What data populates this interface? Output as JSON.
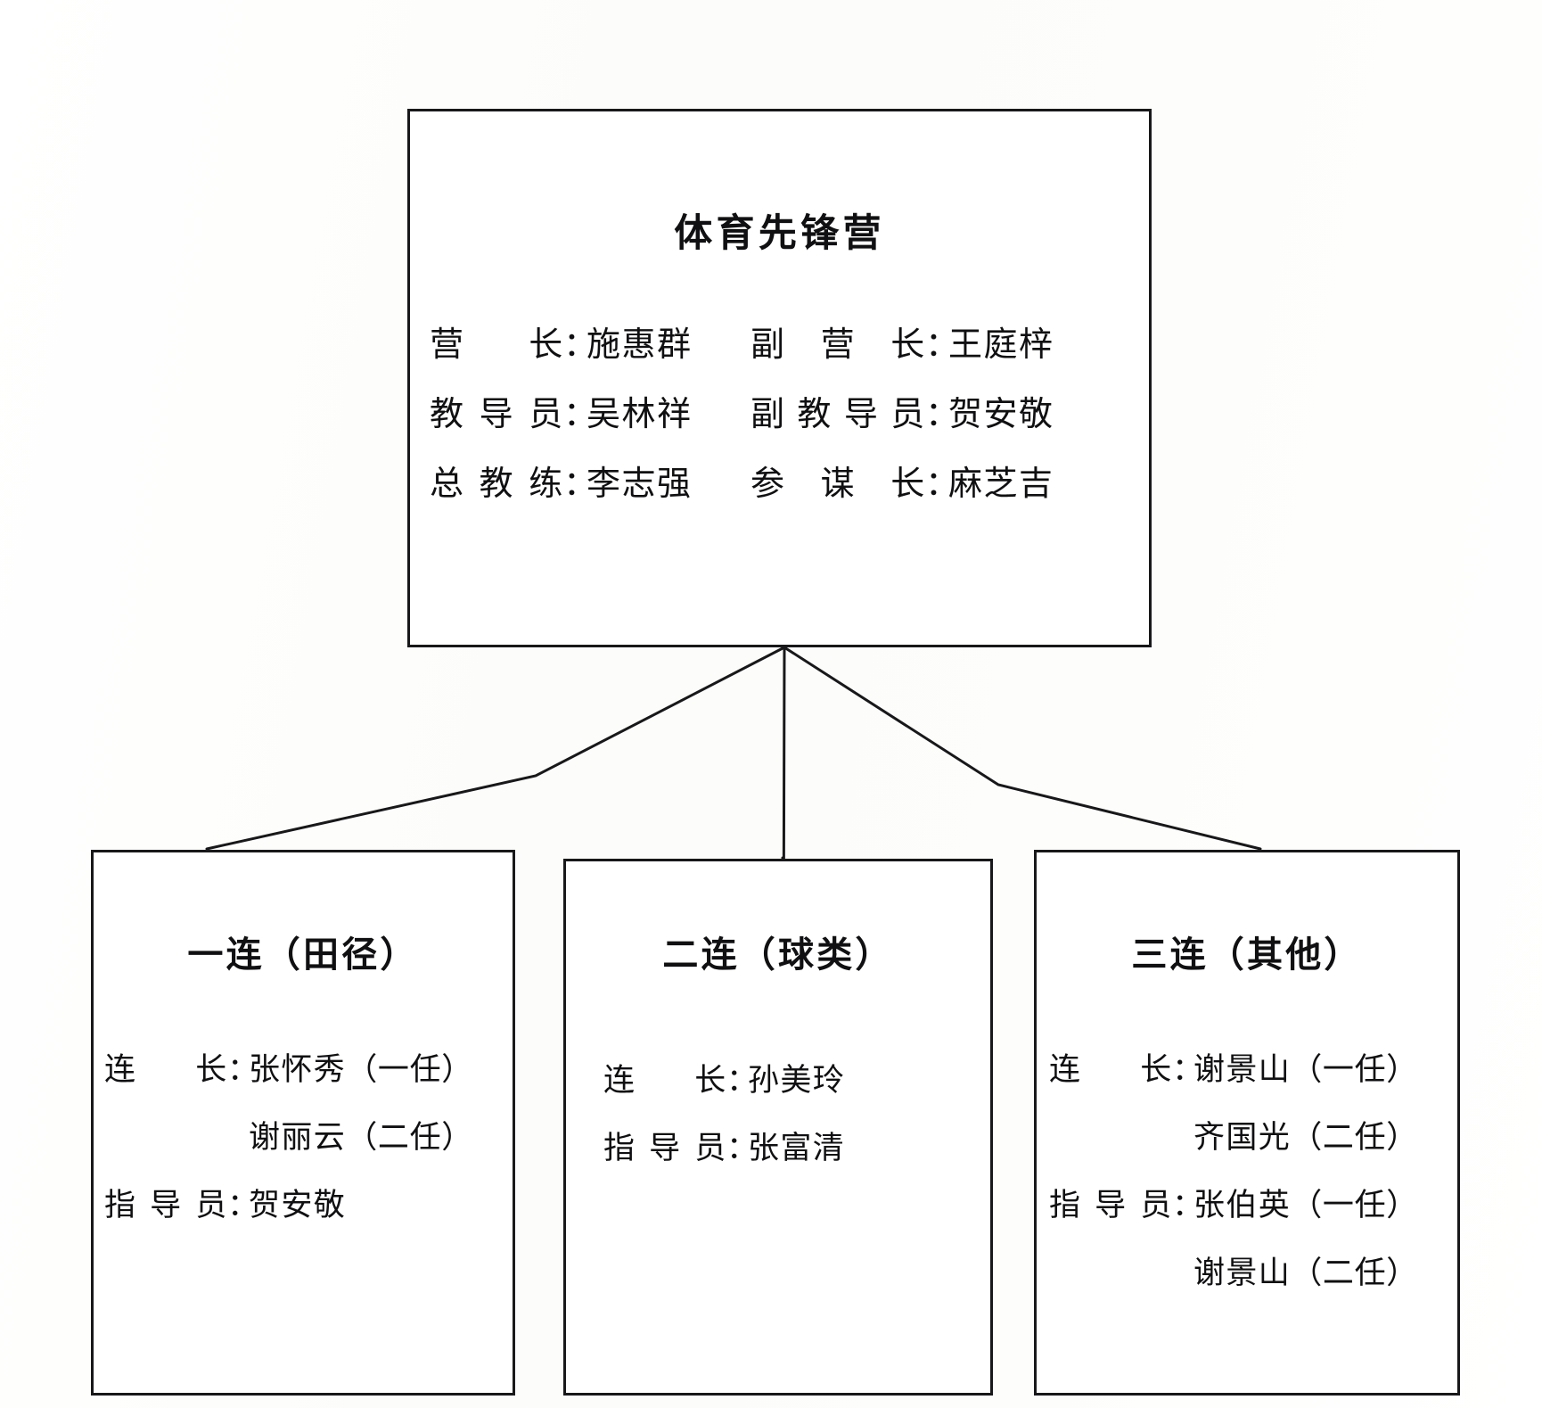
{
  "diagram": {
    "type": "organization-chart",
    "ink_color": "#18181a",
    "paper_color": "#fdfdfc"
  },
  "root": {
    "title": "体育先锋营",
    "roster": [
      {
        "left": {
          "role": "营长",
          "colon": "：",
          "person": "施惠群"
        },
        "right": {
          "role": "副营长",
          "colon": "：",
          "person": "王庭梓"
        }
      },
      {
        "left": {
          "role": "教导员",
          "colon": "：",
          "person": "吴林祥"
        },
        "right": {
          "role": "副教导员",
          "colon": "：",
          "person": "贺安敬"
        }
      },
      {
        "left": {
          "role": "总教练",
          "colon": "：",
          "person": "李志强"
        },
        "right": {
          "role": "参谋长",
          "colon": "：",
          "person": "麻芝吉"
        }
      }
    ]
  },
  "children": [
    {
      "title": "一连（田径）",
      "roster": [
        {
          "role": "连长",
          "colon": "：",
          "person": "张怀秀",
          "term": "（一任）",
          "indented": false
        },
        {
          "role": "",
          "colon": "",
          "person": "谢丽云",
          "term": "（二任）",
          "indented": true
        },
        {
          "role": "指导员",
          "colon": "：",
          "person": "贺安敬",
          "term": "",
          "indented": false
        }
      ]
    },
    {
      "title": "二连（球类）",
      "roster": [
        {
          "role": "连长",
          "colon": "：",
          "person": "孙美玲",
          "term": "",
          "indented": false
        },
        {
          "role": "指导员",
          "colon": "：",
          "person": "张富清",
          "term": "",
          "indented": false
        }
      ]
    },
    {
      "title": "三连（其他）",
      "roster": [
        {
          "role": "连长",
          "colon": "：",
          "person": "谢景山",
          "term": "（一任）",
          "indented": false
        },
        {
          "role": "",
          "colon": "",
          "person": "齐国光",
          "term": "（二任）",
          "indented": true
        },
        {
          "role": "指导员",
          "colon": "：",
          "person": "张伯英",
          "term": "（一任）",
          "indented": false
        },
        {
          "role": "",
          "colon": "",
          "person": "谢景山",
          "term": "（二任）",
          "indented": true
        }
      ]
    }
  ]
}
